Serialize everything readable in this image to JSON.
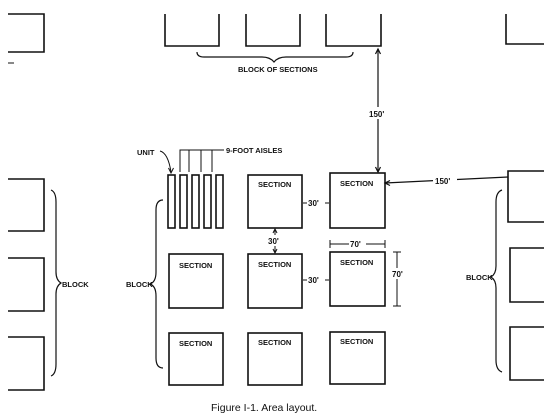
{
  "labels": {
    "block_of_sections": "BLOCK OF SECTIONS",
    "unit": "UNIT",
    "nine_foot_aisles": "9-FOOT AISLES",
    "section": "SECTION",
    "block": "BLOCK",
    "dist_150": "150'",
    "dist_30": "30'",
    "dist_70": "70'"
  },
  "caption": "Figure I-1.  Area layout."
}
